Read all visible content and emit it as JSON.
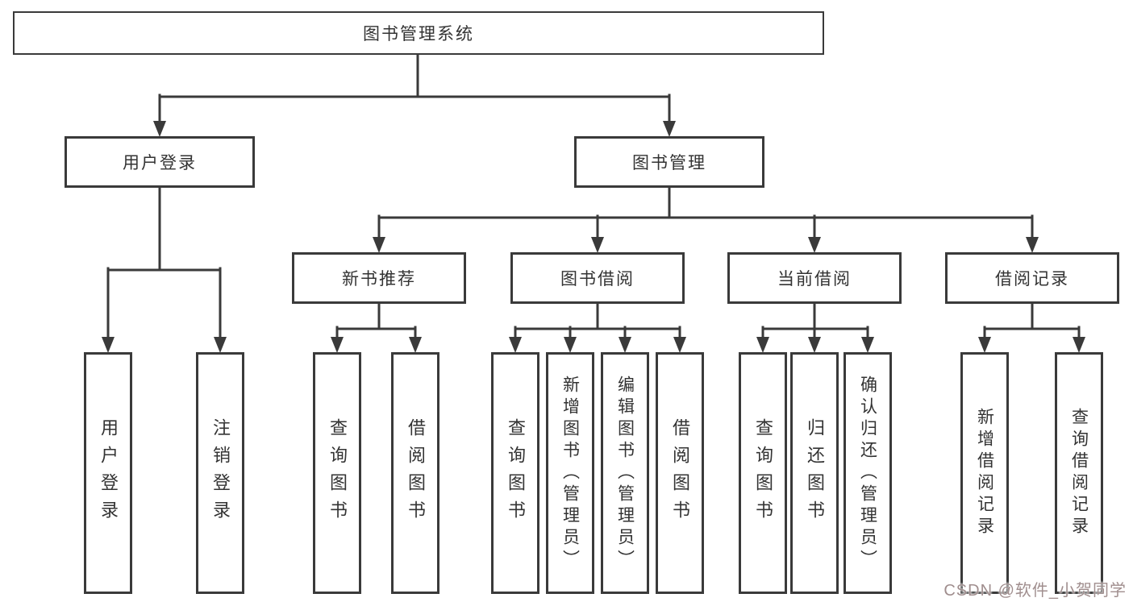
{
  "diagram": {
    "title": "图书管理系统",
    "root": {
      "label": "图书管理系统"
    },
    "branches": [
      {
        "label": "用户登录",
        "children": [
          "用户登录",
          "注销登录"
        ]
      },
      {
        "label": "图书管理",
        "groups": [
          {
            "label": "新书推荐",
            "children": [
              "查询图书",
              "借阅图书"
            ]
          },
          {
            "label": "图书借阅",
            "children": [
              "查询图书",
              "新增图书（管理员）",
              "编辑图书（管理员）",
              "借阅图书"
            ]
          },
          {
            "label": "当前借阅",
            "children": [
              "查询图书",
              "归还图书",
              "确认归还（管理员）"
            ]
          },
          {
            "label": "借阅记录",
            "children": [
              "新增借阅记录",
              "查询借阅记录"
            ]
          }
        ]
      }
    ]
  },
  "watermark": {
    "text": "CSDN @软件_小贺同学"
  },
  "colors": {
    "line": "#3a3a3a",
    "text": "#333333",
    "background": "#ffffff",
    "watermark": "#a08e8e"
  }
}
